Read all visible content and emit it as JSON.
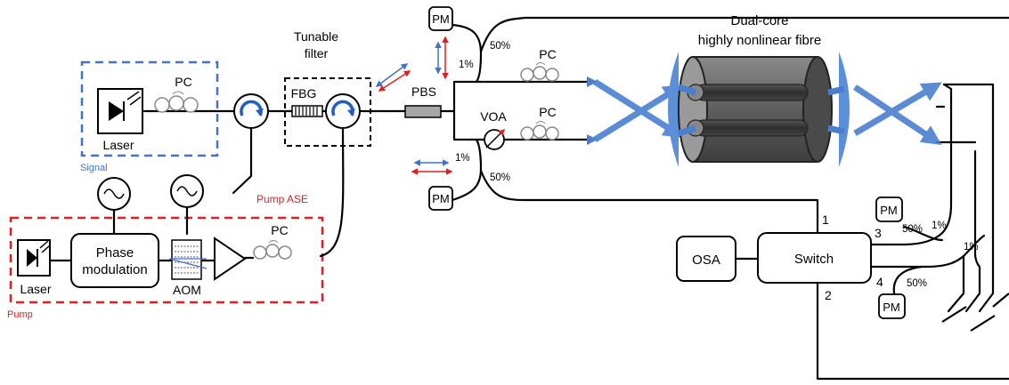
{
  "colors": {
    "pump_red": "#e02020",
    "signal_blue": "#4472c4",
    "fibre_end_blue": "#5b8fd8",
    "fibre_body": "#6b6b6b",
    "pbs_gray": "#a6a6a6"
  },
  "icons": [
    "laser-icon",
    "polarization-controller-icon",
    "circulator-icon",
    "sine-generator-icon",
    "amplifier-icon",
    "fbg-icon",
    "voa-icon",
    "lens-icon",
    "mirror-icon"
  ],
  "signal_group": {
    "label": "Signal",
    "laser_label": "Laser",
    "pc_label": "PC"
  },
  "pump_group": {
    "label": "Pump",
    "laser_label": "Laser",
    "phase_mod_line1": "Phase",
    "phase_mod_line2": "modulation",
    "aom_label": "AOM",
    "pc_label": "PC"
  },
  "pump_ase_label": "Pump ASE",
  "tunable_filter": {
    "line1": "Tunable",
    "line2": "filter",
    "fbg_label": "FBG"
  },
  "pbs_label": "PBS",
  "upper_branch": {
    "pm_label": "PM",
    "split_50": "50%",
    "split_1": "1%",
    "pc_label": "PC"
  },
  "lower_branch": {
    "pm_label": "PM",
    "split_50": "50%",
    "split_1": "1%",
    "pc_label": "PC",
    "voa_label": "VOA"
  },
  "fibre_title": {
    "line1": "Dual-core",
    "line2": "highly nonlinear fibre"
  },
  "osa_label": "OSA",
  "switch": {
    "label": "Switch",
    "port1": "1",
    "port2": "2",
    "port3": "3",
    "port4": "4"
  },
  "right_monitor_top": {
    "pm_label": "PM",
    "split_50": "50%",
    "split_1": "1%"
  },
  "right_monitor_bottom": {
    "pm_label": "PM",
    "split_50": "50%"
  },
  "right_tap": "1%"
}
